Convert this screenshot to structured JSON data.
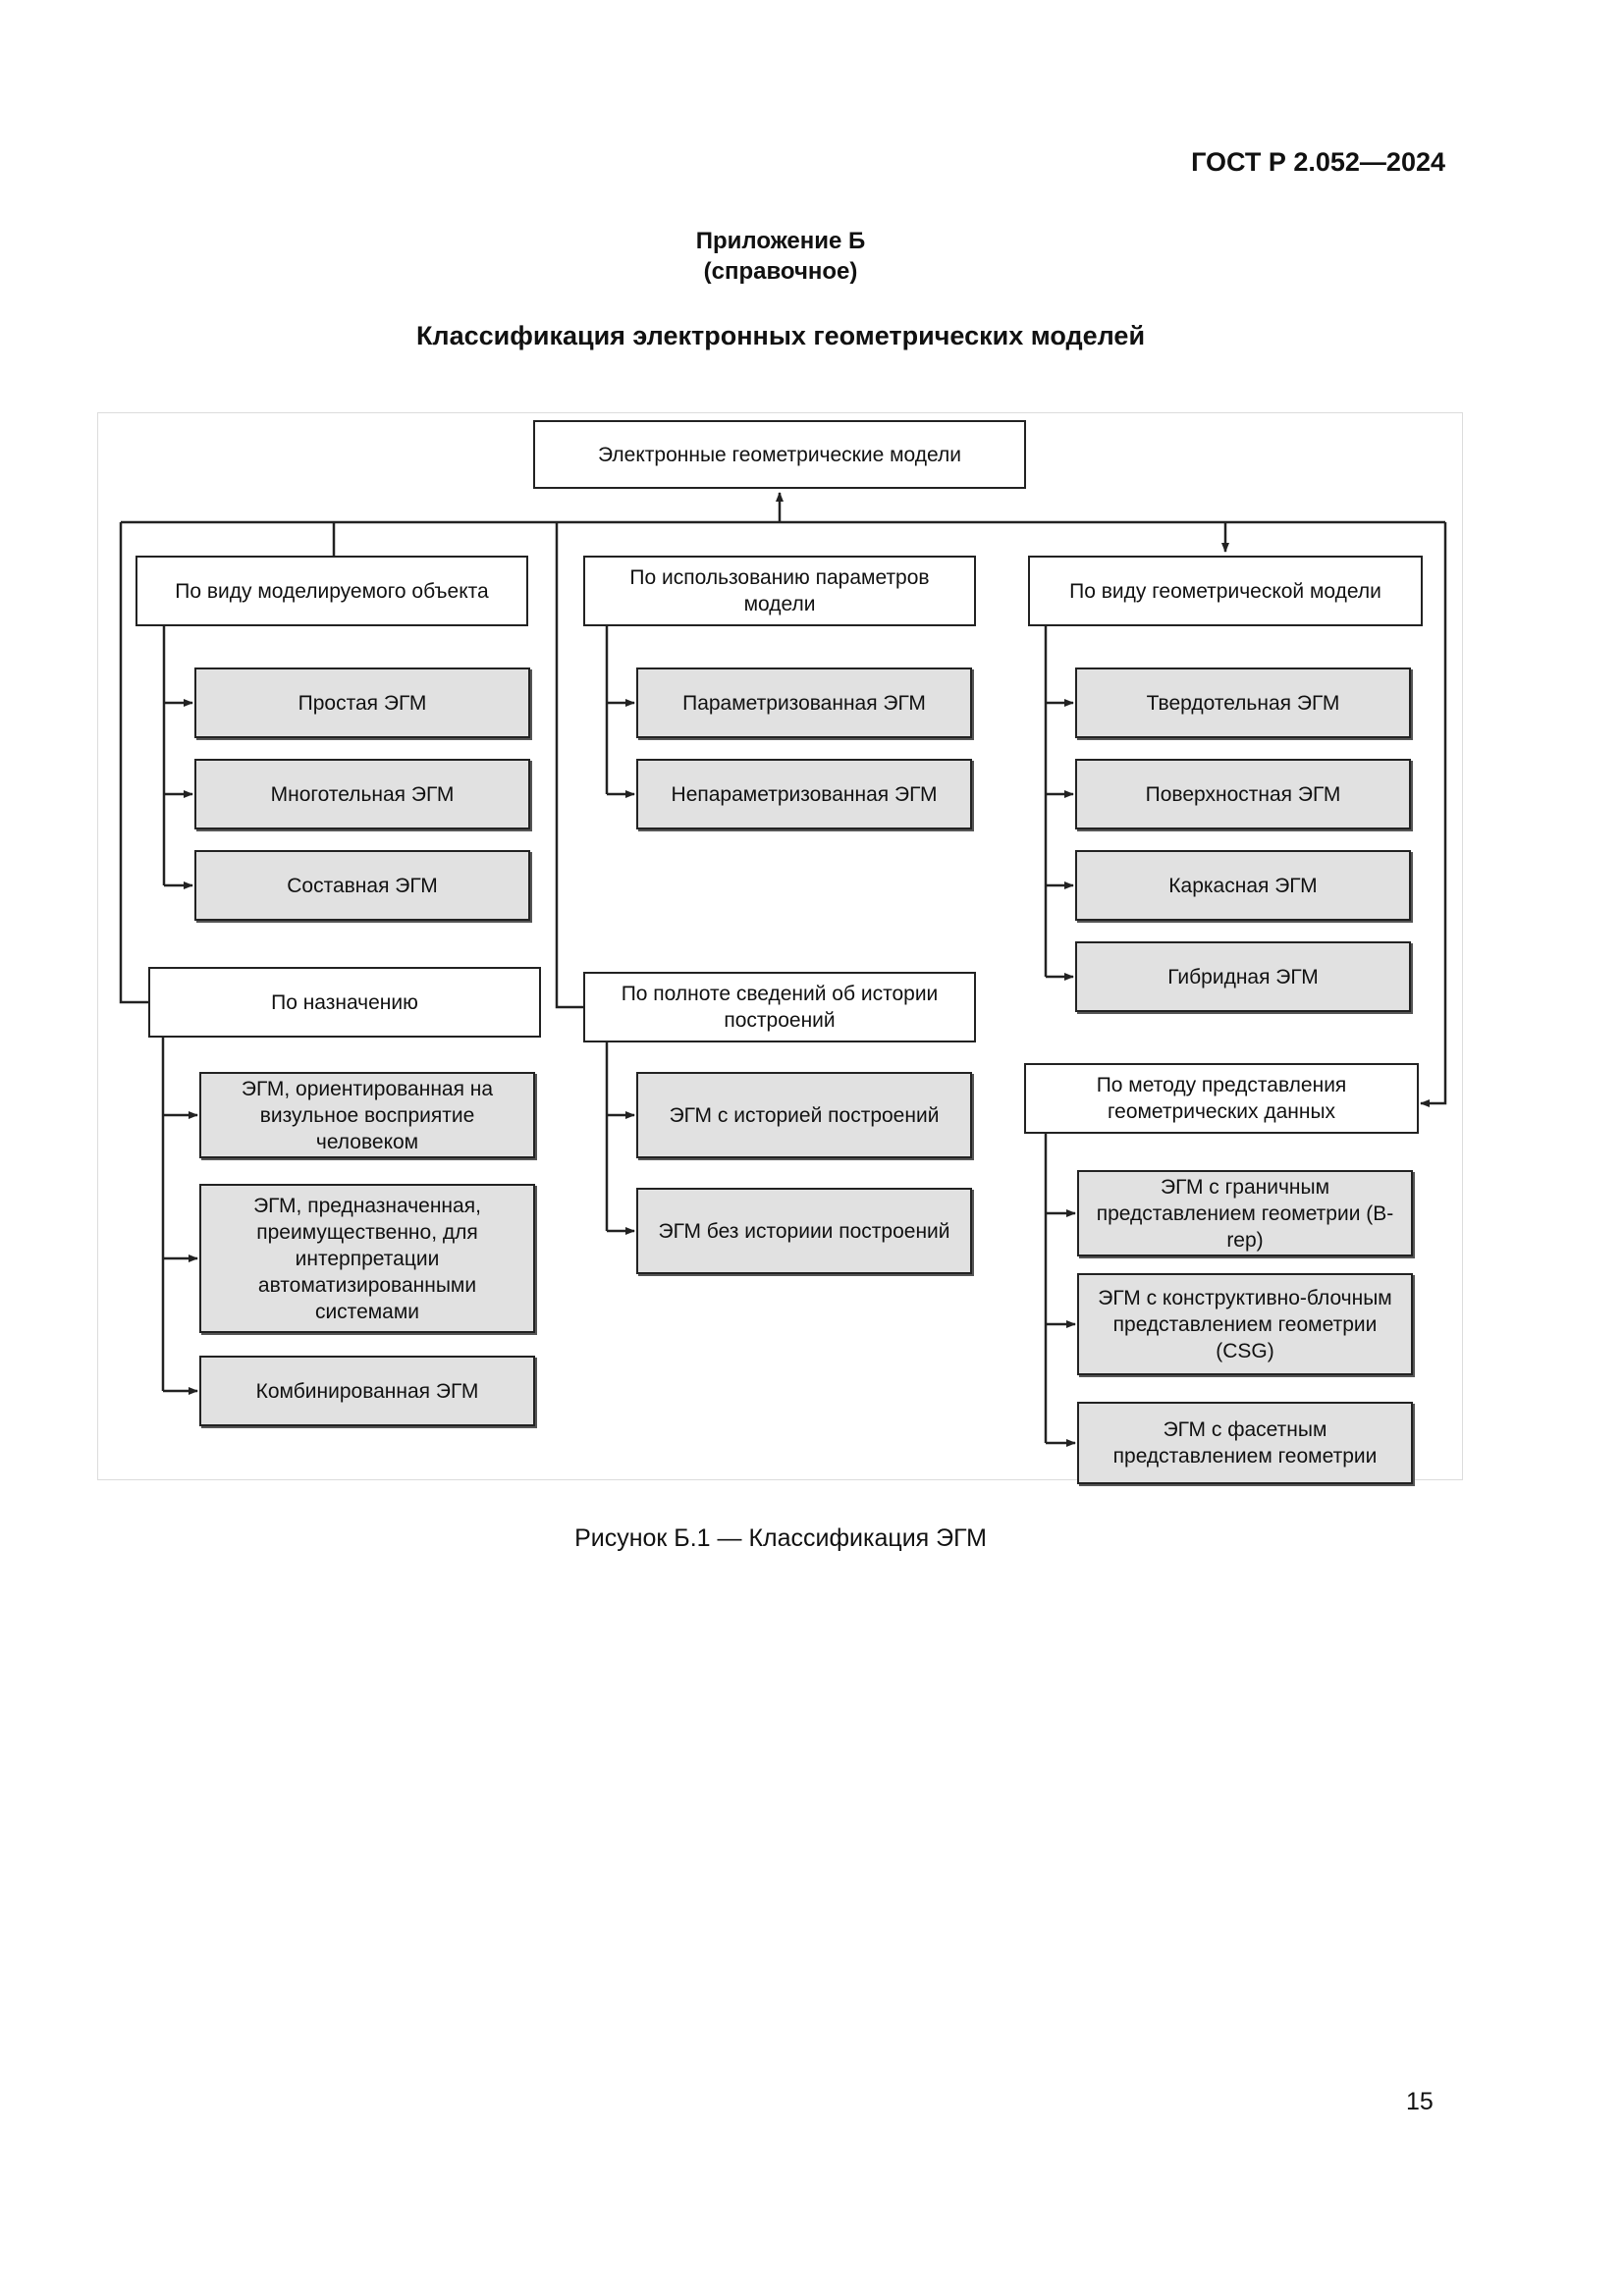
{
  "header": {
    "standard": "ГОСТ Р 2.052—2024",
    "appendix": "Приложение Б",
    "appendix_type": "(справочное)",
    "title": "Классификация электронных геометрических моделей"
  },
  "diagram": {
    "root": "Электронные геометрические модели",
    "categories": [
      {
        "label": "По виду моделируемого объекта",
        "items": [
          "Простая ЭГМ",
          "Многотельная ЭГМ",
          "Составная ЭГМ"
        ]
      },
      {
        "label": "По использованию параметров модели",
        "items": [
          "Параметризованная ЭГМ",
          "Непараметризованная ЭГМ"
        ]
      },
      {
        "label": "По виду геометрической модели",
        "items": [
          "Твердотельная ЭГМ",
          "Поверхностная ЭГМ",
          "Каркасная ЭГМ",
          "Гибридная ЭГМ"
        ]
      },
      {
        "label": "По назначению",
        "items": [
          "ЭГМ, ориентированная на визульное восприятие человеком",
          "ЭГМ, предназначенная, преимущественно, для интерпретации автоматизированными системами",
          "Комбинированная ЭГМ"
        ]
      },
      {
        "label": "По полноте сведений об истории построений",
        "items": [
          "ЭГМ с историей построений",
          "ЭГМ без историии построений"
        ]
      },
      {
        "label": "По методу представления геометрических данных",
        "items": [
          "ЭГМ с граничным представлением геометрии (B-rep)",
          "ЭГМ с конструктивно-блочным представлением геометрии (CSG)",
          "ЭГМ с фасетным представлением геометрии"
        ]
      }
    ]
  },
  "caption": "Рисунок Б.1 — Классификация ЭГМ",
  "page_number": "15"
}
